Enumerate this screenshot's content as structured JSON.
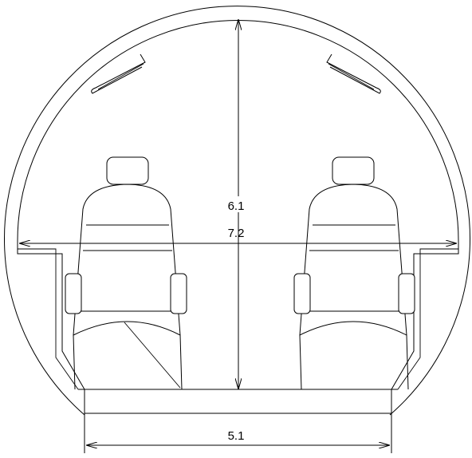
{
  "dimensions": {
    "height_label": "6.1",
    "width_label": "7.2",
    "floor_label": "5.1"
  },
  "colors": {
    "stroke": "#000000",
    "background": "#ffffff"
  }
}
